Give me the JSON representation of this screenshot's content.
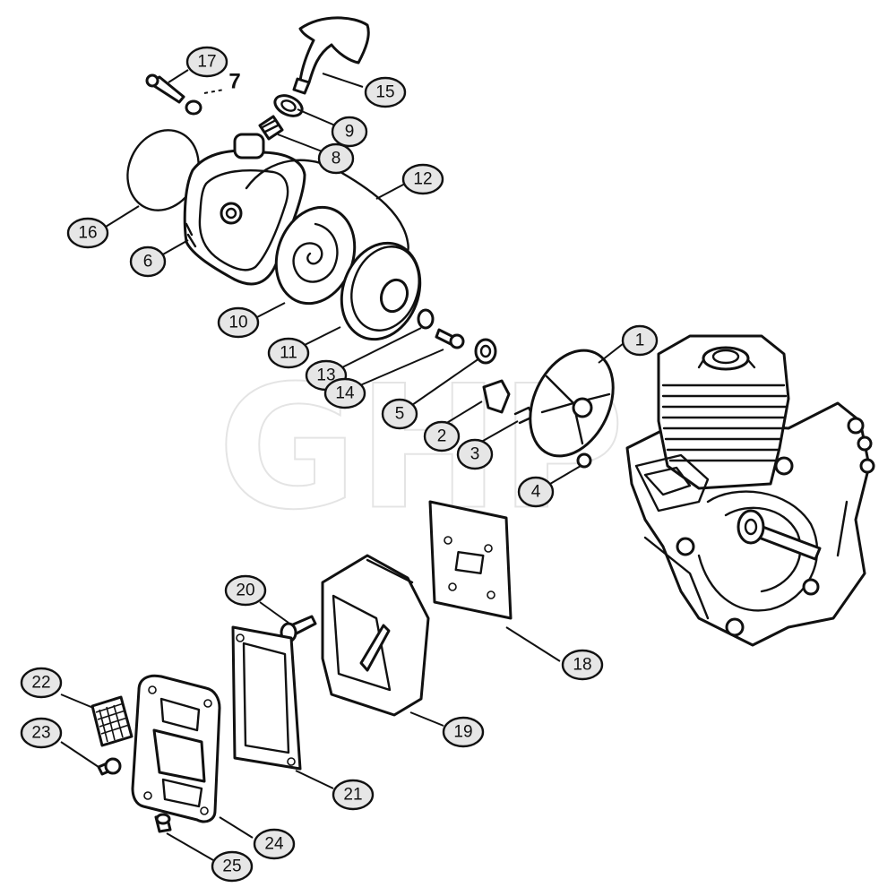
{
  "watermark": "GHP",
  "reference_note": "7",
  "callouts": [
    {
      "id": "1",
      "label": "1"
    },
    {
      "id": "2",
      "label": "2"
    },
    {
      "id": "3",
      "label": "3"
    },
    {
      "id": "4",
      "label": "4"
    },
    {
      "id": "5",
      "label": "5"
    },
    {
      "id": "6",
      "label": "6"
    },
    {
      "id": "8",
      "label": "8"
    },
    {
      "id": "9",
      "label": "9"
    },
    {
      "id": "10",
      "label": "10"
    },
    {
      "id": "11",
      "label": "11"
    },
    {
      "id": "12",
      "label": "12"
    },
    {
      "id": "13",
      "label": "13"
    },
    {
      "id": "14",
      "label": "14"
    },
    {
      "id": "15",
      "label": "15"
    },
    {
      "id": "16",
      "label": "16"
    },
    {
      "id": "17",
      "label": "17"
    },
    {
      "id": "18",
      "label": "18"
    },
    {
      "id": "19",
      "label": "19"
    },
    {
      "id": "20",
      "label": "20"
    },
    {
      "id": "21",
      "label": "21"
    },
    {
      "id": "22",
      "label": "22"
    },
    {
      "id": "23",
      "label": "23"
    },
    {
      "id": "24",
      "label": "24"
    },
    {
      "id": "25",
      "label": "25"
    }
  ]
}
